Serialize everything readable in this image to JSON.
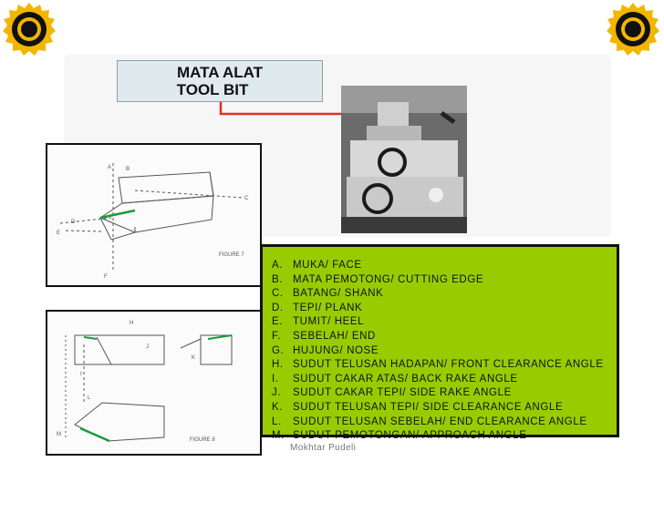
{
  "title": {
    "line1": "MATA ALAT",
    "line2": "TOOL BIT"
  },
  "parts": [
    {
      "key": "A.",
      "text": "MUKA/ FACE"
    },
    {
      "key": "B.",
      "text": "MATA PEMOTONG/ CUTTING EDGE"
    },
    {
      "key": "C.",
      "text": "BATANG/ SHANK"
    },
    {
      "key": "D.",
      "text": "TEPI/ PLANK"
    },
    {
      "key": "E.",
      "text": "TUMIT/ HEEL"
    },
    {
      "key": "F.",
      "text": "SEBELAH/ END"
    },
    {
      "key": "G.",
      "text": "HUJUNG/ NOSE"
    },
    {
      "key": "H.",
      "text": "SUDUT TELUSAN HADAPAN/ FRONT CLEARANCE ANGLE"
    },
    {
      "key": "I.",
      "text": "SUDUT CAKAR ATAS/ BACK RAKE ANGLE"
    },
    {
      "key": "J.",
      "text": "SUDUT CAKAR TEPI/ SIDE RAKE ANGLE"
    },
    {
      "key": "K.",
      "text": "SUDUT TELUSAN TEPI/ SIDE CLEARANCE ANGLE"
    },
    {
      "key": "L.",
      "text": "SUDUT TELUSAN SEBELAH/ END CLEARANCE ANGLE"
    },
    {
      "key": "M.",
      "text": "SUDUT PEMOTONGAN/ APPROACH ANGLE"
    }
  ],
  "author": "Mokhtar Pudeli",
  "colors": {
    "legend_bg": "#99cc00",
    "title_bg": "#dfe9ee",
    "arrow": "#e0301e",
    "edge_highlight": "#1a9a3a"
  },
  "icons": {
    "seal": "seal-icon"
  }
}
